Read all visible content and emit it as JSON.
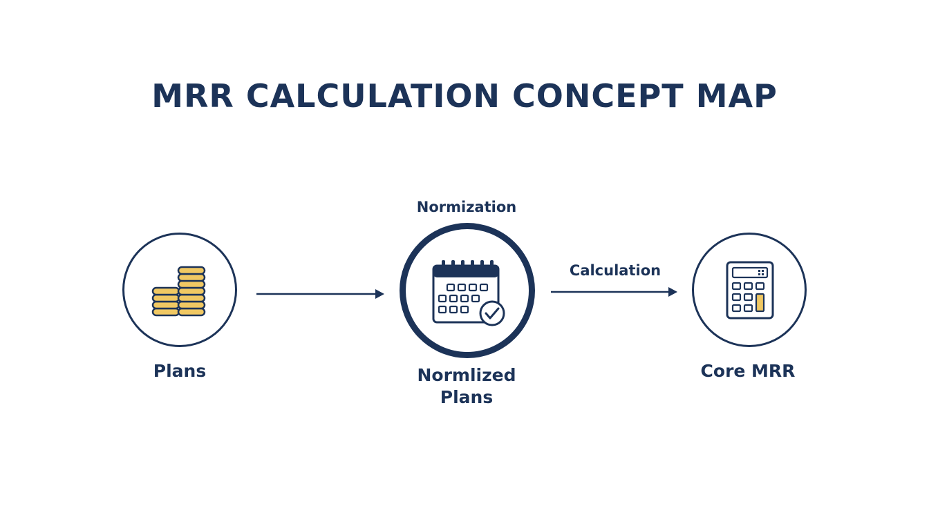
{
  "title": "MRR CALCULATION CONCEPT MAP",
  "nodes": {
    "plans": {
      "label": "Plans",
      "icon": "coins-icon"
    },
    "normalized": {
      "label_line1": "Normlized",
      "label_line2": "Plans",
      "icon": "calendar-check-icon"
    },
    "core_mrr": {
      "label": "Core MRR",
      "icon": "calculator-icon"
    }
  },
  "edges": {
    "normization": {
      "label": "Normization"
    },
    "plans_to_normalized": {
      "label": ""
    },
    "calculation": {
      "label": "Calculation"
    }
  },
  "colors": {
    "navy": "#1c3358",
    "gold": "#f0c863",
    "background": "#ffffff"
  }
}
